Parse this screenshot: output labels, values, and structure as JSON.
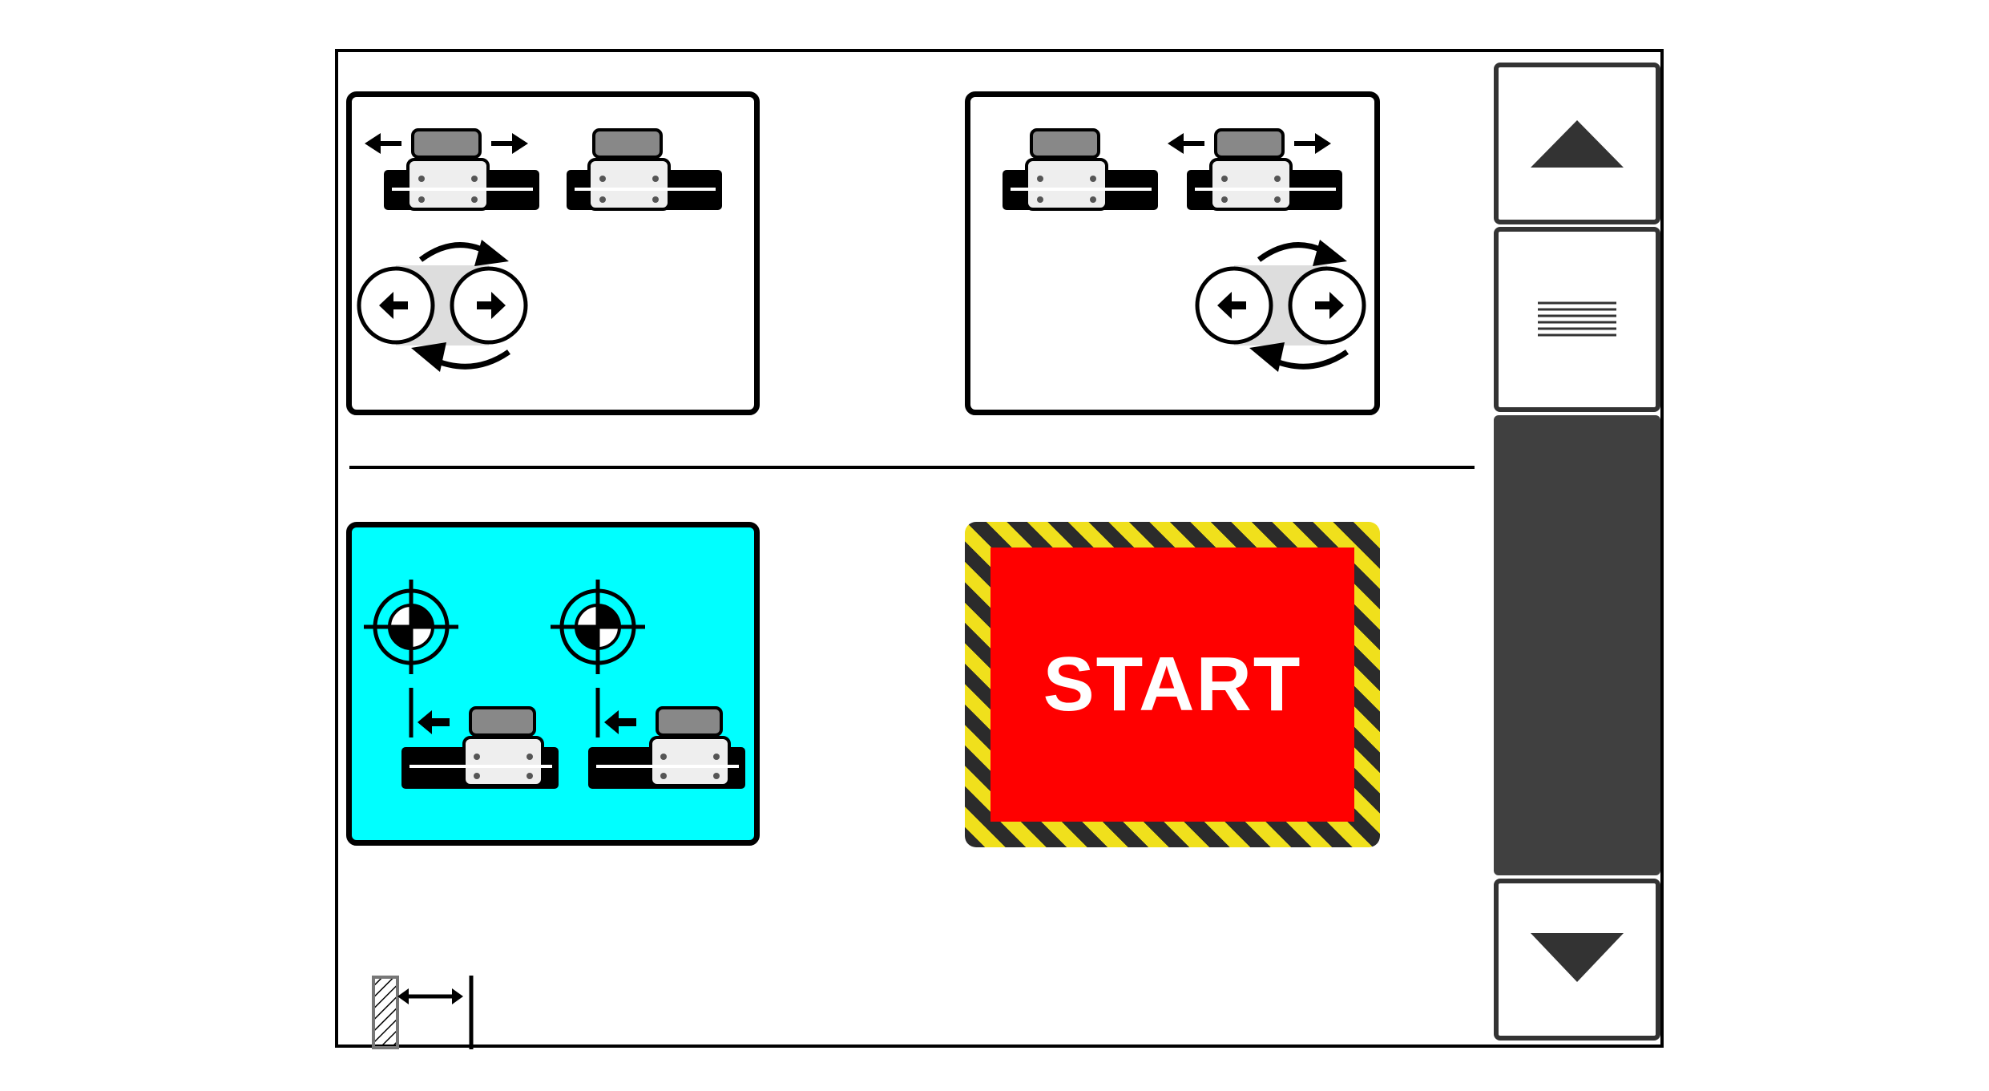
{
  "start_button": {
    "label": "START"
  },
  "mode_tiles": [
    {
      "name": "mode-left-active",
      "selected": false
    },
    {
      "name": "mode-right-active",
      "selected": false
    },
    {
      "name": "mode-home-reference",
      "selected": true
    }
  ],
  "colors": {
    "selected_tile": "#00ffff",
    "start_fill": "#ff0000",
    "hazard_yellow": "#f0e01c",
    "hazard_dark": "#2b2b2b",
    "scrollbar_thumb": "#404040"
  },
  "icons": {
    "scroll_up": "triangle-up-icon",
    "scroll_menu": "menu-lines-icon",
    "scroll_down": "triangle-down-icon",
    "distance": "distance-indicator-icon"
  }
}
